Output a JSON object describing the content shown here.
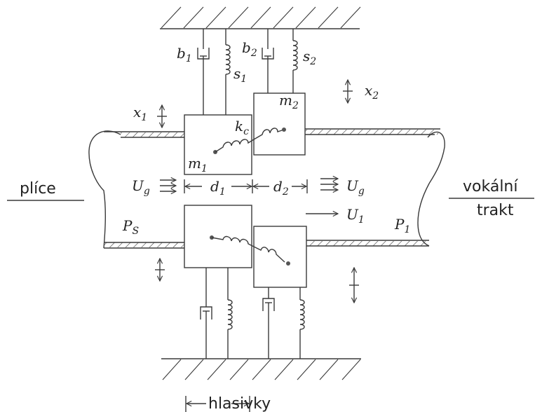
{
  "labels": {
    "lungs": "plíce",
    "vocal_tract_line1": "vokální",
    "vocal_tract_line2": "trakt",
    "vocal_folds": "hlasivky"
  },
  "symbols": {
    "b1": "b",
    "b1_sub": "1",
    "b2": "b",
    "b2_sub": "2",
    "s1": "s",
    "s1_sub": "1",
    "s2": "s",
    "s2_sub": "2",
    "x1": "x",
    "x1_sub": "1",
    "x2": "x",
    "x2_sub": "2",
    "m1": "m",
    "m1_sub": "1",
    "m2": "m",
    "m2_sub": "2",
    "kc": "k",
    "kc_sub": "c",
    "ug_left": "U",
    "ug_left_sub": "g",
    "ug_right": "U",
    "ug_right_sub": "g",
    "d1": "d",
    "d1_sub": "1",
    "d2": "d",
    "d2_sub": "2",
    "u1": "U",
    "u1_sub": "1",
    "ps": "P",
    "ps_sub": "S",
    "p1": "P",
    "p1_sub": "1"
  },
  "colors": {
    "line": "#3a3a3a",
    "text": "#222222",
    "background": "#ffffff"
  }
}
